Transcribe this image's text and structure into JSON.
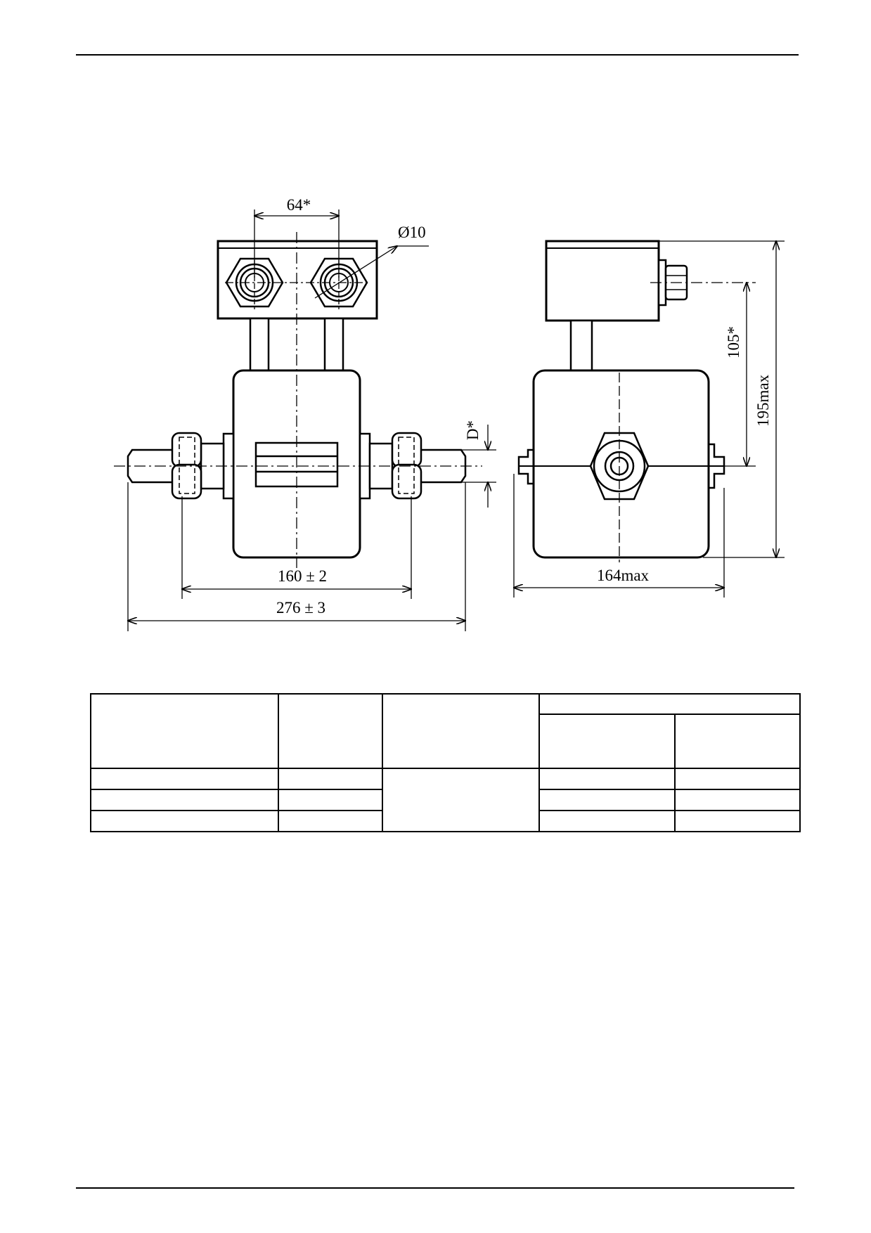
{
  "labels": {
    "pitch": "64*",
    "hole_diameter": "Ø10",
    "flange_length": "160 ± 2",
    "overall_length": "276 ± 3",
    "nominal_diameter": "D*",
    "axis_height": "105*",
    "max_height": "195max",
    "max_width": "164max"
  },
  "table": {
    "rows": [
      [
        "",
        "",
        "",
        "",
        ""
      ],
      [
        "",
        "",
        "",
        "",
        ""
      ],
      [
        "",
        "",
        "",
        "",
        ""
      ]
    ]
  }
}
